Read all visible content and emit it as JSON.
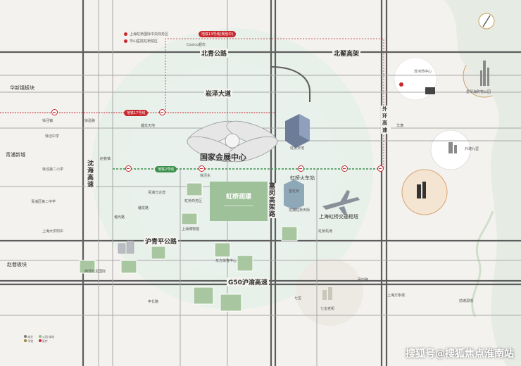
{
  "roads": {
    "beiqing": "北青公路",
    "songze": "崧泽大道",
    "beizhai": "北翟高架",
    "huqingping": "沪青平公路",
    "g50": "G50沪渝高速",
    "jiamin": "嘉闵高架路",
    "shenhai": "沈海高速",
    "waihuan": "外环高速",
    "zhuguang": "诸光路"
  },
  "areas": {
    "huaxin": "华新镇板块",
    "qingpu": "青浦新城",
    "zhaoxiang": "赵巷板块",
    "exhibition": "国家会展中心",
    "hongqiao_hub": "上海虹桥交通枢纽",
    "hongqiao_station": "虹桥火车站",
    "qibao": "七宝老街",
    "hongqiao_tiandi": "虹桥天地",
    "longhu": "龙湖虹桥天街",
    "project": "虹桥润璟"
  },
  "lines": {
    "line17": "地铁17号线",
    "line2": "地铁2号线",
    "line13": "地铁13号线(规划中)",
    "xujing": "徐泾东"
  },
  "pois": [
    {
      "name": "上海虹桥国际中央商务区",
      "color": "#c8272d"
    },
    {
      "name": "华山医院虹桥院区",
      "color": "#c8272d"
    },
    {
      "name": "Costco超市",
      "color": "#555"
    },
    {
      "name": "爱琴海购物公园",
      "color": "#7a7a3a"
    },
    {
      "name": "苏河湾中心",
      "color": "#555"
    },
    {
      "name": "上海万象城",
      "color": "#555"
    },
    {
      "name": "前滩润璟",
      "color": "#555"
    }
  ],
  "small_labels": [
    "徐泾镇",
    "徐盈路",
    "蟠龙天地",
    "徐泾中学",
    "青浦区第二中学",
    "徐泾第二小学",
    "赵巷镇",
    "西郊九龙国际",
    "虹桥商务区",
    "诸光路",
    "青浦万达茂",
    "蟠龙路",
    "上海博物馆",
    "东方体育中心",
    "金虹桥",
    "华漕",
    "七宝",
    "吴中路",
    "虹桥机场",
    "申长路",
    "上海大学附中",
    "外滩九里"
  ],
  "legend": {
    "items": [
      "商业",
      "公园·绿地",
      "学校",
      "医疗"
    ]
  },
  "watermark": "搜狐号@搜狐焦点淮南站"
}
